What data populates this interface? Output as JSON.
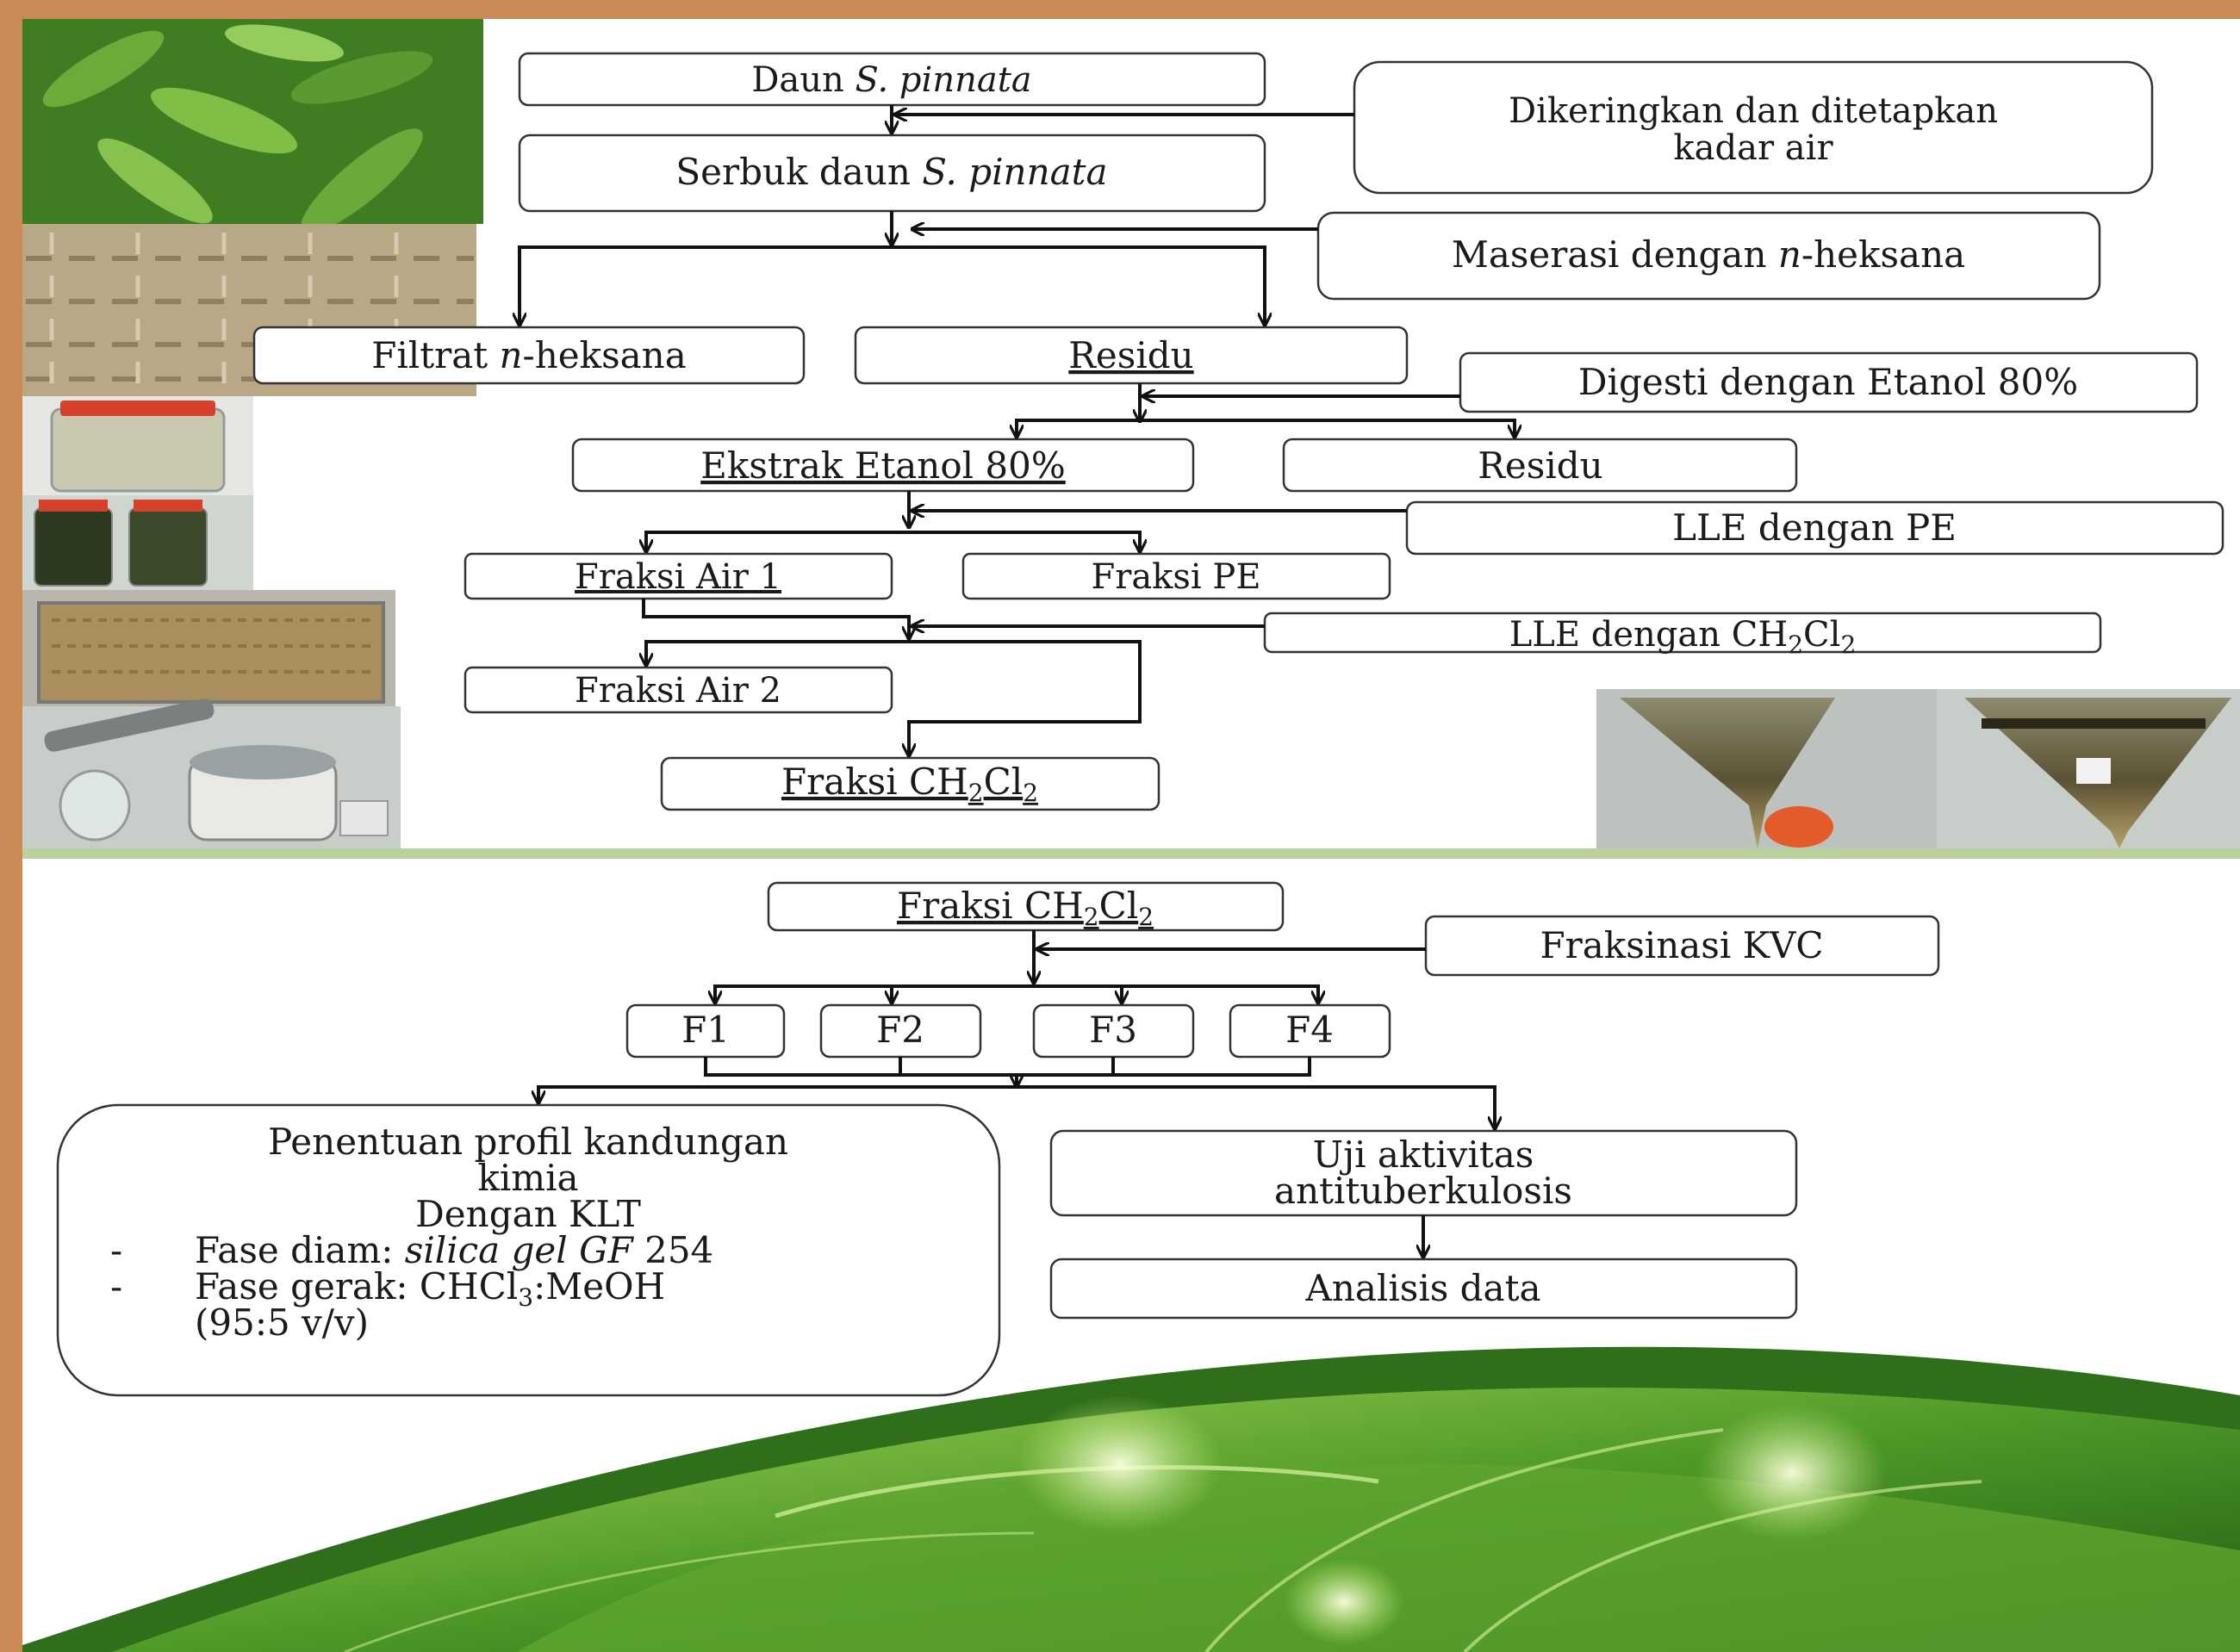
{
  "top_flow": {
    "daun": {
      "pre": "Daun ",
      "it": "S. pinnata"
    },
    "dikeringkan": {
      "line1": "Dikeringkan dan ditetapkan",
      "line2": "kadar air"
    },
    "serbuk": {
      "pre": "Serbuk daun ",
      "it": "S. pinnata"
    },
    "maserasi": {
      "pre": "Maserasi dengan ",
      "it": "n",
      "post": "-heksana"
    },
    "filtrat": {
      "pre": "Filtrat ",
      "it": "n",
      "post": "-heksana"
    },
    "residu1": "Residu",
    "digesti": "Digesti dengan Etanol 80%",
    "ekstrak": "Ekstrak Etanol 80%",
    "residu2": "Residu",
    "lle_pe": "LLE dengan PE",
    "fraksi_air1": "Fraksi Air 1",
    "fraksi_pe": "Fraksi PE",
    "lle_ch2cl2": {
      "pre": "LLE dengan CH",
      "s1": "2",
      "mid": "Cl",
      "s2": "2"
    },
    "fraksi_air2": "Fraksi Air 2",
    "fraksi_ch2cl2": {
      "pre": "Fraksi CH",
      "s1": "2",
      "mid": "Cl",
      "s2": "2"
    }
  },
  "bottom_flow": {
    "fraksi_ch2cl2": {
      "pre": "Fraksi CH",
      "s1": "2",
      "mid": "Cl",
      "s2": "2"
    },
    "fraksinasi": "Fraksinasi KVC",
    "f1": "F1",
    "f2": "F2",
    "f3": "F3",
    "f4": "F4",
    "penentuan": {
      "line1": "Penentuan profil kandungan",
      "line2": "kimia",
      "line3": "Dengan KLT",
      "dash": "-",
      "fase_diam_pre": "Fase diam: ",
      "fase_diam_it": "silica gel GF",
      "fase_diam_post": " 254",
      "fase_gerak_pre": "Fase gerak: CHCl",
      "fase_gerak_sub": "3",
      "fase_gerak_post": ":MeOH",
      "ratio": "(95:5 v/v)"
    },
    "uji": {
      "line1": "Uji aktivitas",
      "line2": "antituberkulosis"
    },
    "analisis": "Analisis data"
  },
  "colors": {
    "frame": "#c98a55",
    "panel": "#ffffff",
    "divider": "#b9d29c",
    "leaf_dark": "#2f6e1a",
    "leaf_light": "#8cc63f"
  },
  "photos": [
    "leaves-photo",
    "dried-leaves-photo",
    "powder-jar-photo",
    "maceration-jars-photo",
    "dried-extract-tray-photo",
    "rotary-evaporator-photo",
    "separatory-funnel-photo"
  ]
}
